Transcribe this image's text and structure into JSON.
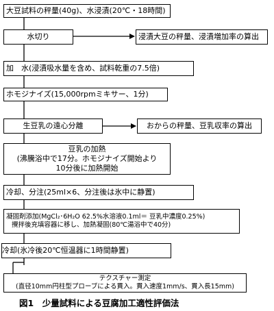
{
  "steps": [
    {
      "lines": [
        "大豆試料の秤量(40g)、水浸漬(20℃・18時間)"
      ]
    },
    {
      "lines": [
        "水切り"
      ]
    },
    {
      "lines": [
        "加　水(浸漬吸水量を含め、試料乾重の7.5倍)"
      ]
    },
    {
      "lines": [
        "ホモジナイズ(15,000rpmミキサー、1分)"
      ]
    },
    {
      "lines": [
        "生豆乳の遠心分離"
      ]
    },
    {
      "lines": [
        "豆乳の加熱",
        "(沸騰浴中で17分。ホモジナイズ開始より",
        "10分後に加熱開始"
      ]
    },
    {
      "lines": [
        "冷却、分注(25ml×6、分注後は氷中に静置)"
      ]
    },
    {
      "lines": [
        "凝固剤添加(MgCl₂･6H₂O 62.5%水溶液0.1ml＝ 豆乳中濃度0.25%)",
        "攪拌後充填容器に移し、加熱凝固(80℃湯浴中で40分)"
      ]
    },
    {
      "lines": [
        "冷却(氷冷後20℃恒温器に1時間静置)"
      ]
    },
    {
      "lines": [
        "テクスチャー測定",
        "(直径10mm円柱型プローブによる貫入。貫入速度1mm/s、貫入長15mm)"
      ]
    }
  ],
  "side_boxes": [
    {
      "lines": [
        "浸漬大豆の秤量、浸漬増加率の算出"
      ]
    },
    {
      "lines": [
        "おからの秤量、豆乳収率の算出"
      ]
    }
  ],
  "caption": "図1　少量試料による豆腐加工適性評価法"
}
